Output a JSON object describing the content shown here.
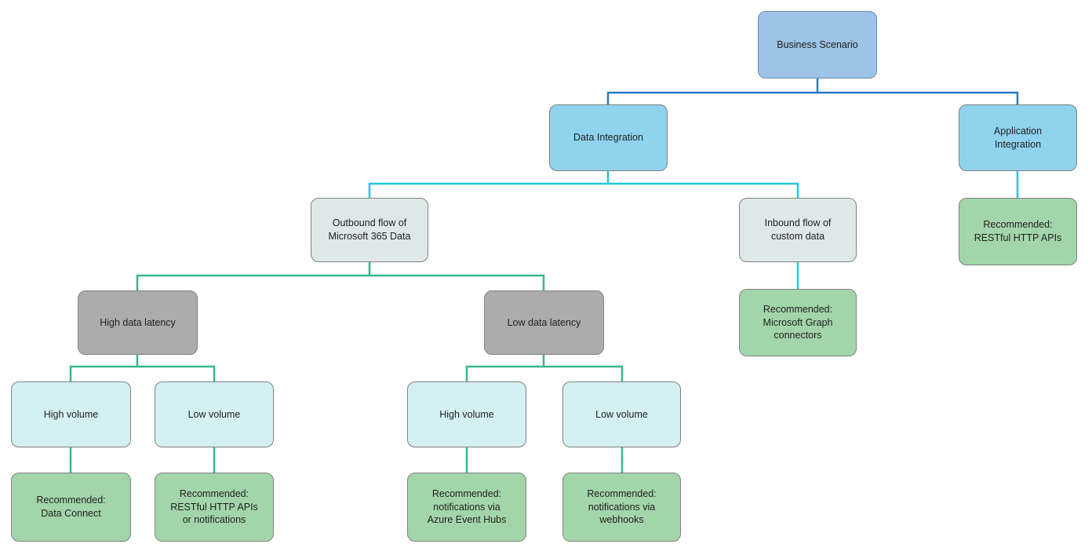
{
  "diagram": {
    "type": "decision-tree",
    "background": "#ffffff",
    "colors": {
      "root_fill": "#9DC3E6",
      "branch_fill": "#8FD3EE",
      "flow_fill": "#DEE8E8",
      "latency_fill": "#ACACAC",
      "volume_fill": "#D4F0F3",
      "recommendation_fill": "#A3D5AB",
      "node_border": "#828282",
      "connector_blue": "#2B7BC2",
      "connector_cyan": "#25C7DB",
      "connector_green": "#38B68C",
      "text": "#1f1f1f"
    }
  },
  "nodes": [
    {
      "id": "business-scenario",
      "label": "Business Scenario"
    },
    {
      "id": "data-integration",
      "label": "Data Integration"
    },
    {
      "id": "application-integration",
      "label": "Application\nIntegration"
    },
    {
      "id": "outbound-flow",
      "label": "Outbound flow of\nMicrosoft 365 Data"
    },
    {
      "id": "inbound-flow",
      "label": "Inbound flow of\ncustom data"
    },
    {
      "id": "rec-restful-http-apis",
      "label": "Recommended:\nRESTful HTTP APIs"
    },
    {
      "id": "high-data-latency",
      "label": "High data latency"
    },
    {
      "id": "low-data-latency",
      "label": "Low data latency"
    },
    {
      "id": "rec-graph-connectors",
      "label": "Recommended:\nMicrosoft Graph\nconnectors"
    },
    {
      "id": "high-volume-left",
      "label": "High volume"
    },
    {
      "id": "low-volume-left",
      "label": "Low volume"
    },
    {
      "id": "high-volume-center",
      "label": "High volume"
    },
    {
      "id": "low-volume-center",
      "label": "Low volume"
    },
    {
      "id": "rec-data-connect",
      "label": "Recommended:\nData Connect"
    },
    {
      "id": "rec-restful-or-notif",
      "label": "Recommended:\nRESTful HTTP APIs\nor notifications"
    },
    {
      "id": "rec-azure-event-hubs",
      "label": "Recommended:\nnotifications via\nAzure Event Hubs"
    },
    {
      "id": "rec-webhooks",
      "label": "Recommended:\nnotifications via\nwebhooks"
    }
  ],
  "edges": [
    {
      "from": "business-scenario",
      "to": "data-integration"
    },
    {
      "from": "business-scenario",
      "to": "application-integration"
    },
    {
      "from": "data-integration",
      "to": "outbound-flow"
    },
    {
      "from": "data-integration",
      "to": "inbound-flow"
    },
    {
      "from": "application-integration",
      "to": "rec-restful-http-apis"
    },
    {
      "from": "outbound-flow",
      "to": "high-data-latency"
    },
    {
      "from": "outbound-flow",
      "to": "low-data-latency"
    },
    {
      "from": "inbound-flow",
      "to": "rec-graph-connectors"
    },
    {
      "from": "high-data-latency",
      "to": "high-volume-left"
    },
    {
      "from": "high-data-latency",
      "to": "low-volume-left"
    },
    {
      "from": "low-data-latency",
      "to": "high-volume-center"
    },
    {
      "from": "low-data-latency",
      "to": "low-volume-center"
    },
    {
      "from": "high-volume-left",
      "to": "rec-data-connect"
    },
    {
      "from": "low-volume-left",
      "to": "rec-restful-or-notif"
    },
    {
      "from": "high-volume-center",
      "to": "rec-azure-event-hubs"
    },
    {
      "from": "low-volume-center",
      "to": "rec-webhooks"
    }
  ]
}
